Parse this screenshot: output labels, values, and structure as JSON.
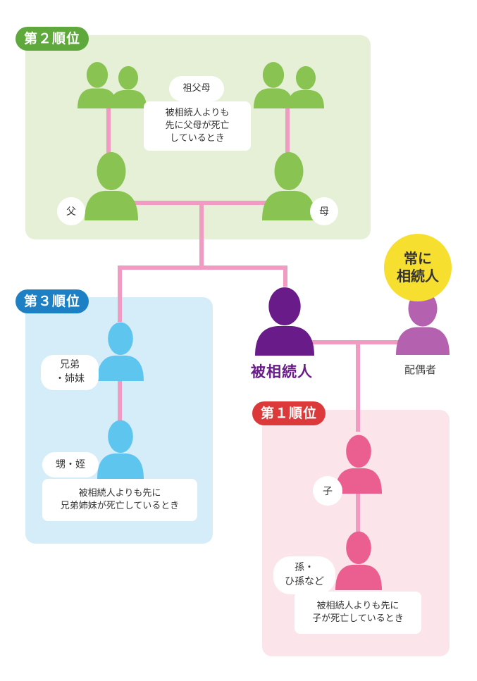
{
  "colors": {
    "rank2_bg": "#e5f0d6",
    "rank2_badge": "#5fa83b",
    "rank2_person": "#89c452",
    "rank3_bg": "#d5edf9",
    "rank3_badge": "#1d80c4",
    "rank3_person": "#5ec5ef",
    "rank1_bg": "#fbe4ea",
    "rank1_badge": "#dc3a3a",
    "rank1_person": "#ea5f8f",
    "decedent_person": "#6a1b8a",
    "spouse_person": "#b462b0",
    "always_circle": "#f6df2f",
    "connector": "#f29bc2"
  },
  "rank2": {
    "badge": "第２順位",
    "grandparents_label": "祖父母",
    "grandparents_note": "被相続人よりも\n先に父母が死亡\nしているとき",
    "father_label": "父",
    "mother_label": "母"
  },
  "rank3": {
    "badge": "第３順位",
    "siblings_label": "兄弟\n・姉妹",
    "nephews_label": "甥・姪",
    "note": "被相続人よりも先に\n兄弟姉妹が死亡しているとき"
  },
  "decedent_label": "被相続人",
  "spouse": {
    "always_label": "常に\n相続人",
    "label": "配偶者"
  },
  "rank1": {
    "badge": "第１順位",
    "child_label": "子",
    "grandchild_label": "孫・\nひ孫など",
    "note": "被相続人よりも先に\n子が死亡しているとき"
  }
}
